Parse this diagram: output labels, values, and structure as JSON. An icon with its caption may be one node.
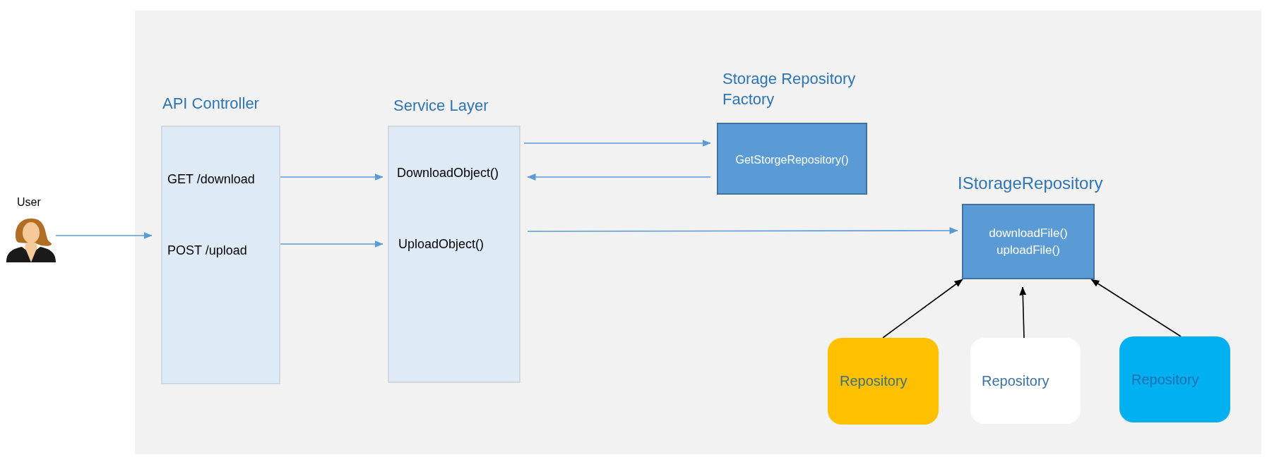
{
  "diagram": {
    "nodes": [
      {
        "text": [
          "User"
        ]
      },
      {
        "text": [
          "API Controller",
          "GET /download",
          "POST /upload"
        ]
      },
      {
        "text": [
          "Service Layer",
          "DownloadObject()",
          "UploadObject()"
        ]
      },
      {
        "text": [
          "Storage Repository Factory",
          "GetStorgeRepository()"
        ]
      },
      {
        "text": [
          "IStorageRepository",
          "downloadFile()",
          "uploadFile()"
        ]
      },
      {
        "text": [
          "Repository"
        ]
      },
      {
        "text": [
          "Repository"
        ]
      },
      {
        "text": [
          "Repository"
        ]
      }
    ],
    "edges": [
      {
        "from": 0,
        "to": 1,
        "arrow": "to"
      },
      {
        "from": 1,
        "to": 2,
        "arrow": "to"
      },
      {
        "from": 1,
        "to": 2,
        "arrow": "to"
      },
      {
        "from": 2,
        "to": 3,
        "arrow": "to"
      },
      {
        "from": 3,
        "to": 2,
        "arrow": "to"
      },
      {
        "from": 2,
        "to": 4,
        "arrow": "to"
      },
      {
        "from": 5,
        "to": 4,
        "arrow": "to",
        "color": "#000000"
      },
      {
        "from": 6,
        "to": 4,
        "arrow": "to",
        "color": "#000000"
      },
      {
        "from": 7,
        "to": 4,
        "arrow": "to",
        "color": "#000000"
      }
    ]
  }
}
